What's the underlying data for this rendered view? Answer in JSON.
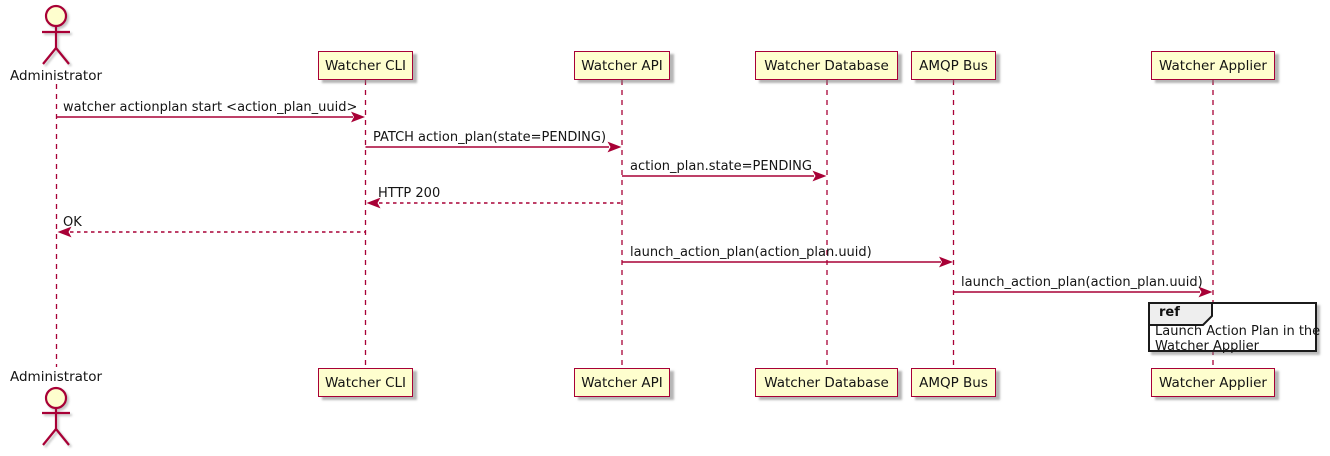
{
  "colors": {
    "accent": "#A80036",
    "participant_fill": "#FEFECE",
    "ref_tab_fill": "#EEEEEE",
    "ref_border": "#1B1B1B",
    "text": "#141414"
  },
  "actor": {
    "label": "Administrator"
  },
  "participants": [
    {
      "label": "Watcher CLI"
    },
    {
      "label": "Watcher API"
    },
    {
      "label": "Watcher Database"
    },
    {
      "label": "AMQP Bus"
    },
    {
      "label": "Watcher Applier"
    }
  ],
  "messages": [
    {
      "label": "watcher actionplan start <action_plan_uuid>",
      "from": "Administrator",
      "to": "Watcher CLI",
      "style": "solid"
    },
    {
      "label": "PATCH action_plan(state=PENDING)",
      "from": "Watcher CLI",
      "to": "Watcher API",
      "style": "solid"
    },
    {
      "label": "action_plan.state=PENDING",
      "from": "Watcher API",
      "to": "Watcher Database",
      "style": "solid"
    },
    {
      "label": "HTTP 200",
      "from": "Watcher API",
      "to": "Watcher CLI",
      "style": "dashed"
    },
    {
      "label": "OK",
      "from": "Watcher CLI",
      "to": "Administrator",
      "style": "dashed"
    },
    {
      "label": "launch_action_plan(action_plan.uuid)",
      "from": "Watcher API",
      "to": "AMQP Bus",
      "style": "solid"
    },
    {
      "label": "launch_action_plan(action_plan.uuid)",
      "from": "AMQP Bus",
      "to": "Watcher Applier",
      "style": "solid"
    }
  ],
  "ref": {
    "tag": "ref",
    "line1": "Launch Action Plan in the",
    "line2": "Watcher Applier"
  }
}
